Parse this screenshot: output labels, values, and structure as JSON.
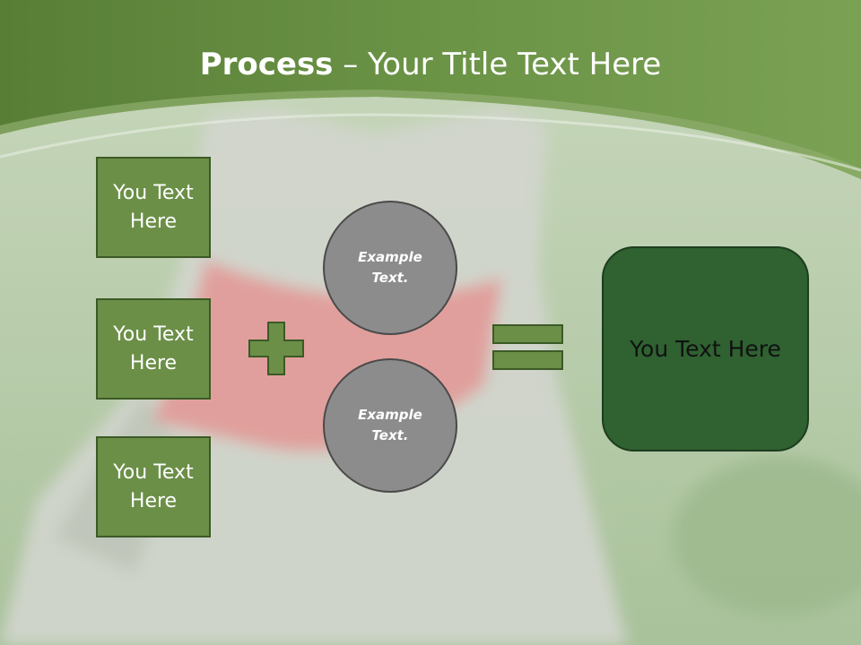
{
  "slide": {
    "title_bold": "Process",
    "title_rest": " – Your Title Text Here",
    "left_boxes": [
      {
        "label": "You Text Here"
      },
      {
        "label": "You Text Here"
      },
      {
        "label": "You Text Here"
      }
    ],
    "circles": [
      {
        "label": "Example Text."
      },
      {
        "label": "Example Text."
      }
    ],
    "result_label": "You Text Here"
  },
  "colors": {
    "header_green": "#6b9346",
    "box_fill": "#6b8f47",
    "circle_fill": "#8c8c8c",
    "result_fill": "#2f6131",
    "bandana_red": "#d94040"
  }
}
